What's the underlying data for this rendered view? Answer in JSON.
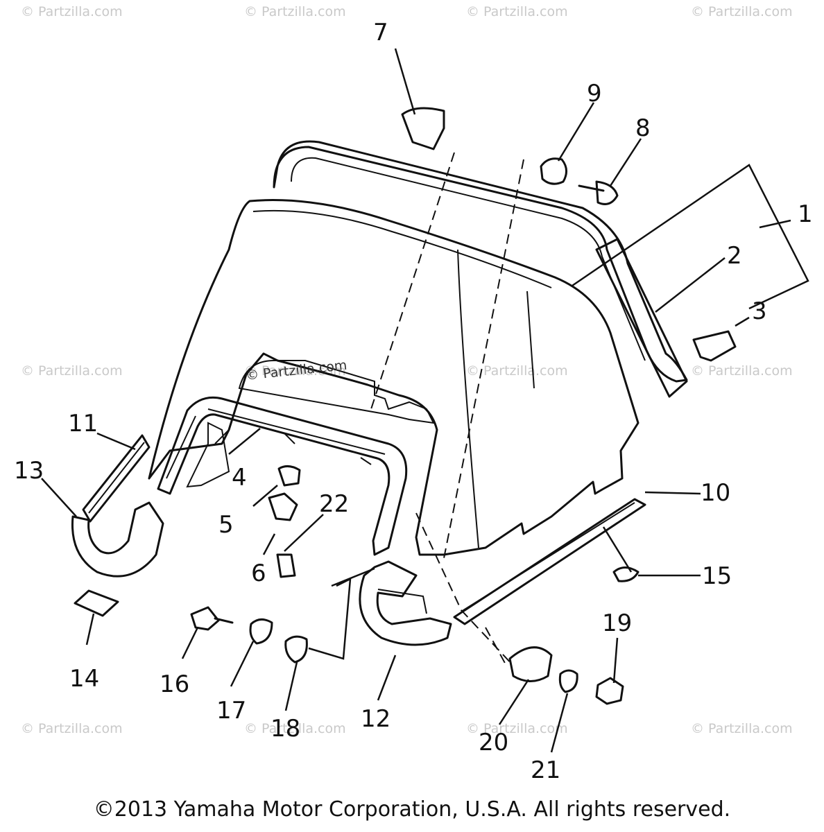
{
  "watermark": "© Partzilla.com",
  "copyright": "©2013 Yamaha Motor Corporation, U.S.A. All rights reserved.",
  "callouts": {
    "c1": "1",
    "c2": "2",
    "c3": "3",
    "c4": "4",
    "c5": "5",
    "c6": "6",
    "c7": "7",
    "c8": "8",
    "c9": "9",
    "c10": "10",
    "c11": "11",
    "c12": "12",
    "c13": "13",
    "c14": "14",
    "c15": "15",
    "c16": "16",
    "c17": "17",
    "c18": "18",
    "c19": "19",
    "c20": "20",
    "c21": "21",
    "c22": "22"
  }
}
